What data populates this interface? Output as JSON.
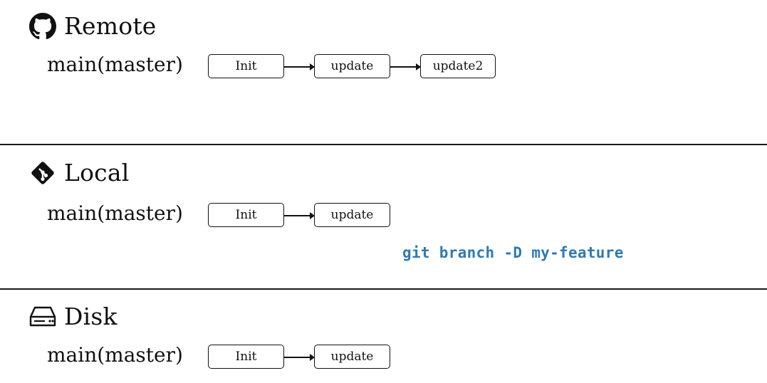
{
  "remote": {
    "title": "Remote",
    "icon": "github-icon",
    "branch": "main(master)",
    "commits": [
      "Init",
      "update",
      "update2"
    ]
  },
  "local": {
    "title": "Local",
    "icon": "git-icon",
    "branch": "main(master)",
    "commits": [
      "Init",
      "update"
    ],
    "command": "git branch -D my-feature"
  },
  "disk": {
    "title": "Disk",
    "icon": "hard-drive-icon",
    "branch": "main(master)",
    "commits": [
      "Init",
      "update"
    ]
  },
  "colors": {
    "command": "#2f7ab5",
    "stroke": "#111111"
  }
}
